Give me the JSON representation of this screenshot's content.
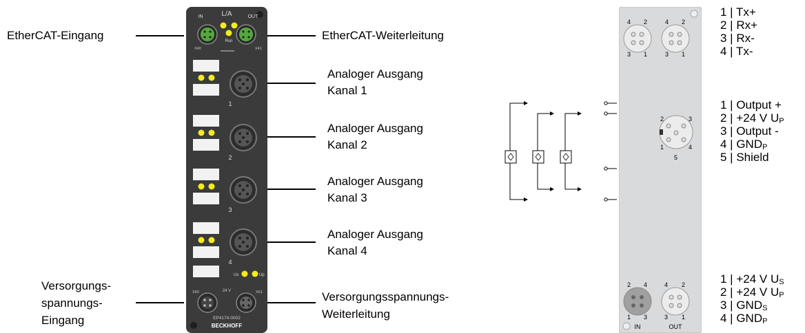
{
  "left_labels": {
    "ethercat_in": "EtherCAT-Eingang",
    "supply_in_1": "Versorgungs-",
    "supply_in_2": "spannungs-",
    "supply_in_3": "Eingang"
  },
  "right_labels": {
    "ethercat_out": "EtherCAT-Weiterleitung",
    "ao1_l1": "Analoger Ausgang",
    "ao1_l2": "Kanal 1",
    "ao2_l1": "Analoger Ausgang",
    "ao2_l2": "Kanal 2",
    "ao3_l1": "Analoger Ausgang",
    "ao3_l2": "Kanal 3",
    "ao4_l1": "Analoger Ausgang",
    "ao4_l2": "Kanal 4",
    "supply_out_1": "Versorgungsspannungs-",
    "supply_out_2": "Weiterleitung"
  },
  "module": {
    "la": "L/A",
    "in": "IN",
    "out": "OUT",
    "run": "Run",
    "x40": "X40",
    "x41": "X41",
    "x60": "X60",
    "x61": "X61",
    "ch1": "1",
    "ch2": "2",
    "ch3": "3",
    "ch4": "4",
    "us": "Us",
    "up": "Up",
    "v24": "24 V",
    "model": "EP4174-0002",
    "brand": "BECKHOFF"
  },
  "back_panel": {
    "in": "IN",
    "out": "OUT",
    "eth_pins_left": [
      "4",
      "2",
      "3",
      "1"
    ],
    "eth_pins_right": [
      "4",
      "2",
      "3",
      "1"
    ],
    "pwr_pins_left": [
      "2",
      "4",
      "1",
      "3"
    ],
    "pwr_pins_right": [
      "4",
      "2",
      "3",
      "1"
    ],
    "m12_pins": [
      "2",
      "3",
      "1",
      "4",
      "5"
    ]
  },
  "pinouts": {
    "ethercat": [
      "1 | Tx+",
      "2 | Rx+",
      "3 | Rx-",
      "4 | Tx-"
    ],
    "analog": [
      {
        "pre": "1 | Output +",
        "sub": ""
      },
      {
        "pre": "2 | +24 V U",
        "sub": "P"
      },
      {
        "pre": "3 | Output -",
        "sub": ""
      },
      {
        "pre": "4 | GND",
        "sub": "P"
      },
      {
        "pre": "5 | Shield",
        "sub": ""
      }
    ],
    "power": [
      {
        "pre": "1 | +24 V U",
        "sub": "S"
      },
      {
        "pre": "2 | +24 V U",
        "sub": "P"
      },
      {
        "pre": "3 | GND",
        "sub": "S"
      },
      {
        "pre": "4 | GND",
        "sub": "P"
      }
    ]
  },
  "colors": {
    "housing": "#3a3a3a",
    "led": "#f4ea1e",
    "green": "#5cb85c",
    "panel": "#d9dadb"
  }
}
